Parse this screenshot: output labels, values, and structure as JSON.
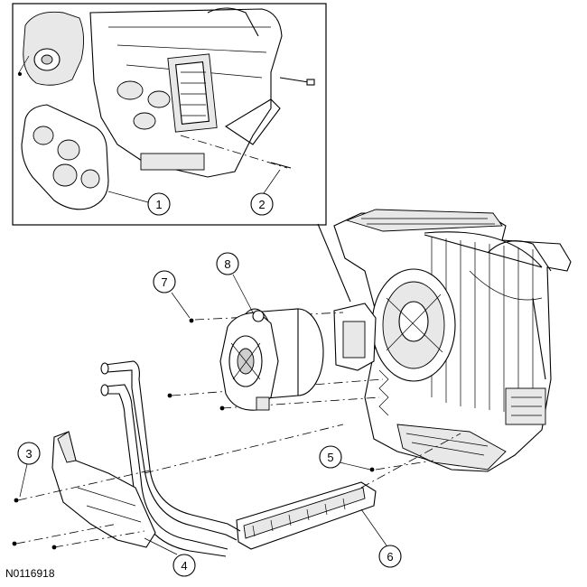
{
  "figure_id": "N0116918",
  "callouts": [
    {
      "id": "c1",
      "label": "1"
    },
    {
      "id": "c2",
      "label": "2"
    },
    {
      "id": "c3",
      "label": "3"
    },
    {
      "id": "c4",
      "label": "4"
    },
    {
      "id": "c5",
      "label": "5"
    },
    {
      "id": "c6",
      "label": "6"
    },
    {
      "id": "c7",
      "label": "7"
    },
    {
      "id": "c8",
      "label": "8"
    }
  ]
}
